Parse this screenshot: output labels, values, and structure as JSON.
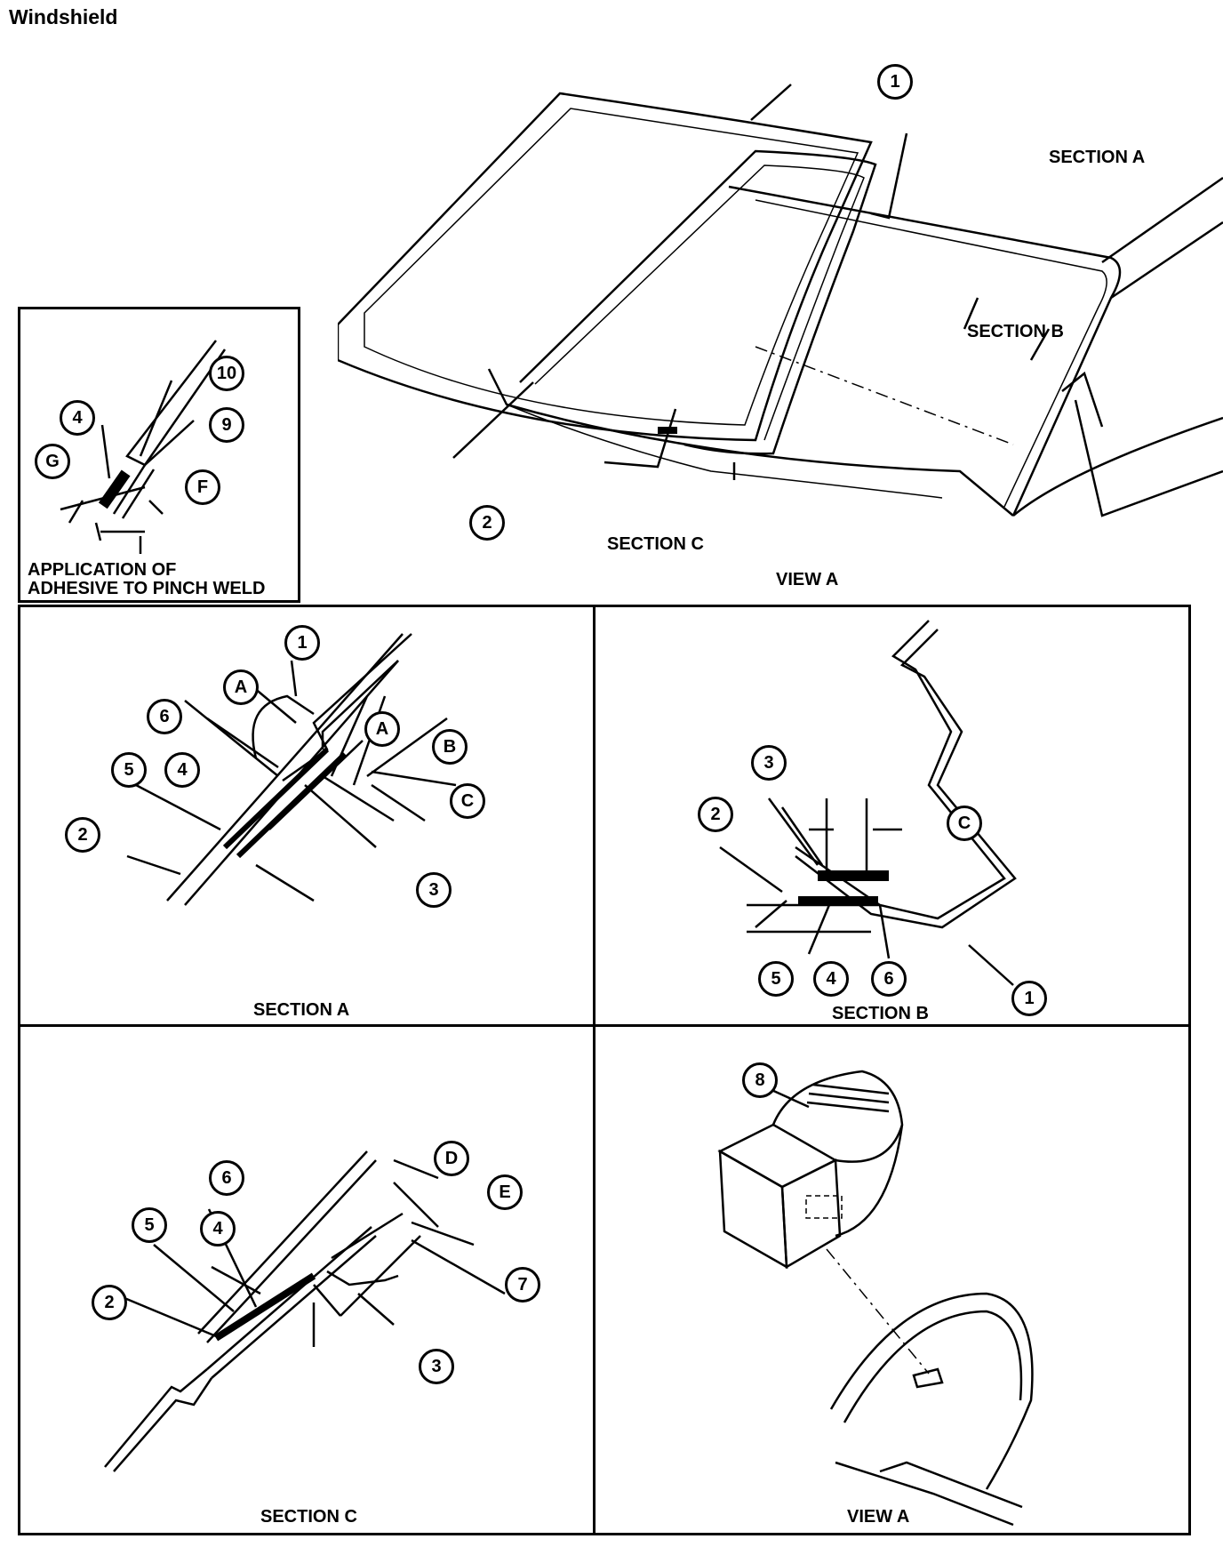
{
  "title": "Windshield",
  "overview": {
    "callout_1": "1",
    "callout_2": "2",
    "section_a": "SECTION A",
    "section_b": "SECTION B",
    "section_c": "SECTION C",
    "view_a": "VIEW A"
  },
  "inset": {
    "caption_line1": "APPLICATION OF",
    "caption_line2": "ADHESIVE TO PINCH WELD",
    "c_4": "4",
    "c_10": "10",
    "c_9": "9",
    "c_g": "G",
    "c_f": "F"
  },
  "section_a_panel": {
    "caption": "SECTION A",
    "c_1": "1",
    "c_a1": "A",
    "c_6": "6",
    "c_a2": "A",
    "c_b": "B",
    "c_5": "5",
    "c_4": "4",
    "c_c": "C",
    "c_2": "2",
    "c_3": "3"
  },
  "section_b_panel": {
    "caption": "SECTION B",
    "c_3": "3",
    "c_2": "2",
    "c_c": "C",
    "c_5": "5",
    "c_4": "4",
    "c_6": "6",
    "c_1": "1"
  },
  "section_c_panel": {
    "caption": "SECTION C",
    "c_d": "D",
    "c_6": "6",
    "c_e": "E",
    "c_5": "5",
    "c_4": "4",
    "c_7": "7",
    "c_2": "2",
    "c_3": "3"
  },
  "view_a_panel": {
    "caption": "VIEW A",
    "c_8": "8"
  }
}
